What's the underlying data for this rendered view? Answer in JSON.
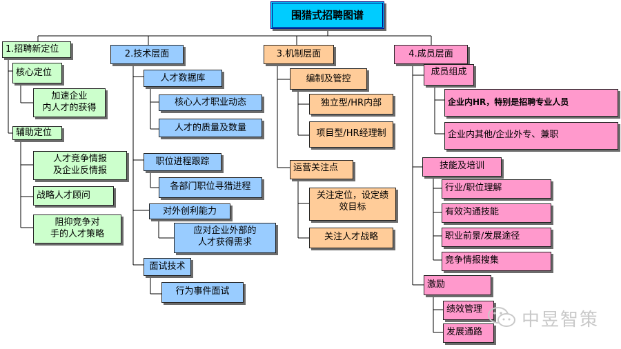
{
  "title": "围猎式招聘图谱",
  "colors": {
    "green": "#ccffcc",
    "blue": "#99ccff",
    "orange": "#ffcc99",
    "pink": "#ff99cc",
    "title": "#00ccff"
  },
  "col1": {
    "head": "1.招聘新定位",
    "core": "核心定位",
    "core_child": "加速企业\n内人才的获得",
    "aux": "辅助定位",
    "aux_children": [
      "人才竞争情报\n及企业反情报",
      "战略人才顾问",
      "阻抑竞争对\n手的人才策略"
    ]
  },
  "col2": {
    "head": "2.技术层面",
    "db": "人才数据库",
    "db_children": [
      "核心人才职业动态",
      "人才的质量及数量"
    ],
    "track": "职位进程跟踪",
    "track_child": "各部门职位寻猎进程",
    "cap": "对外创利能力",
    "cap_child": "应对企业外部的\n人才获得需求",
    "interview": "面试技术",
    "interview_child": "行为事件面试"
  },
  "col3": {
    "head": "3.机制层面",
    "org": "编制及管控",
    "org_children": [
      "独立型/HR内部",
      "项目型/HR经理制"
    ],
    "ops": "运营关注点",
    "ops_children": [
      "关注定位，设定绩\n效目标",
      "关注人才战略"
    ]
  },
  "col4": {
    "head": "4.成员层面",
    "members": "成员组成",
    "members_children": [
      "企业内HR，特别是招聘专业人员",
      "企业内其他/企业外专、兼职"
    ],
    "skills": "技能及培训",
    "skills_children": [
      "行业/职位理解",
      "有效沟通技能",
      "职业前景/发展途径",
      "竞争情报搜集"
    ],
    "incentive": "激励",
    "incentive_children": [
      "绩效管理",
      "发展通路"
    ]
  },
  "watermark": "中昱智策"
}
